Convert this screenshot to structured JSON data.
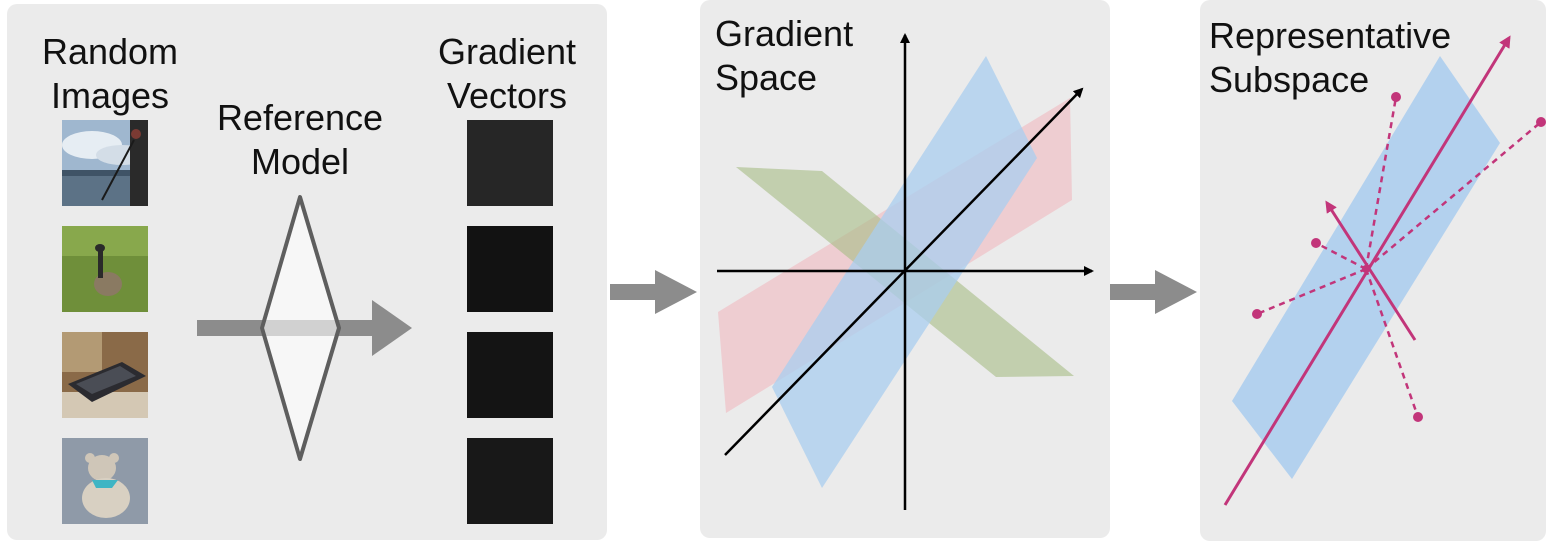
{
  "panel1": {
    "random_images_label": [
      "Random",
      "Images"
    ],
    "reference_model_label": [
      "Reference",
      "Model"
    ],
    "gradient_vectors_label": [
      "Gradient",
      "Vectors"
    ],
    "thumbnails": [
      "kayak-photo",
      "goose-photo",
      "keyboard-mouse-photo",
      "teddy-bear-photo"
    ]
  },
  "panel2": {
    "title": [
      "Gradient",
      "Space"
    ]
  },
  "panel3": {
    "title": [
      "Representative",
      "Subspace"
    ]
  },
  "colors": {
    "panel_bg": "#ebebeb",
    "arrow_gray": "#8c8c8c",
    "plane_blue": "#a9cdef",
    "plane_pink": "#f0c0c6",
    "plane_green": "#b3c594",
    "magenta": "#c2357a"
  }
}
